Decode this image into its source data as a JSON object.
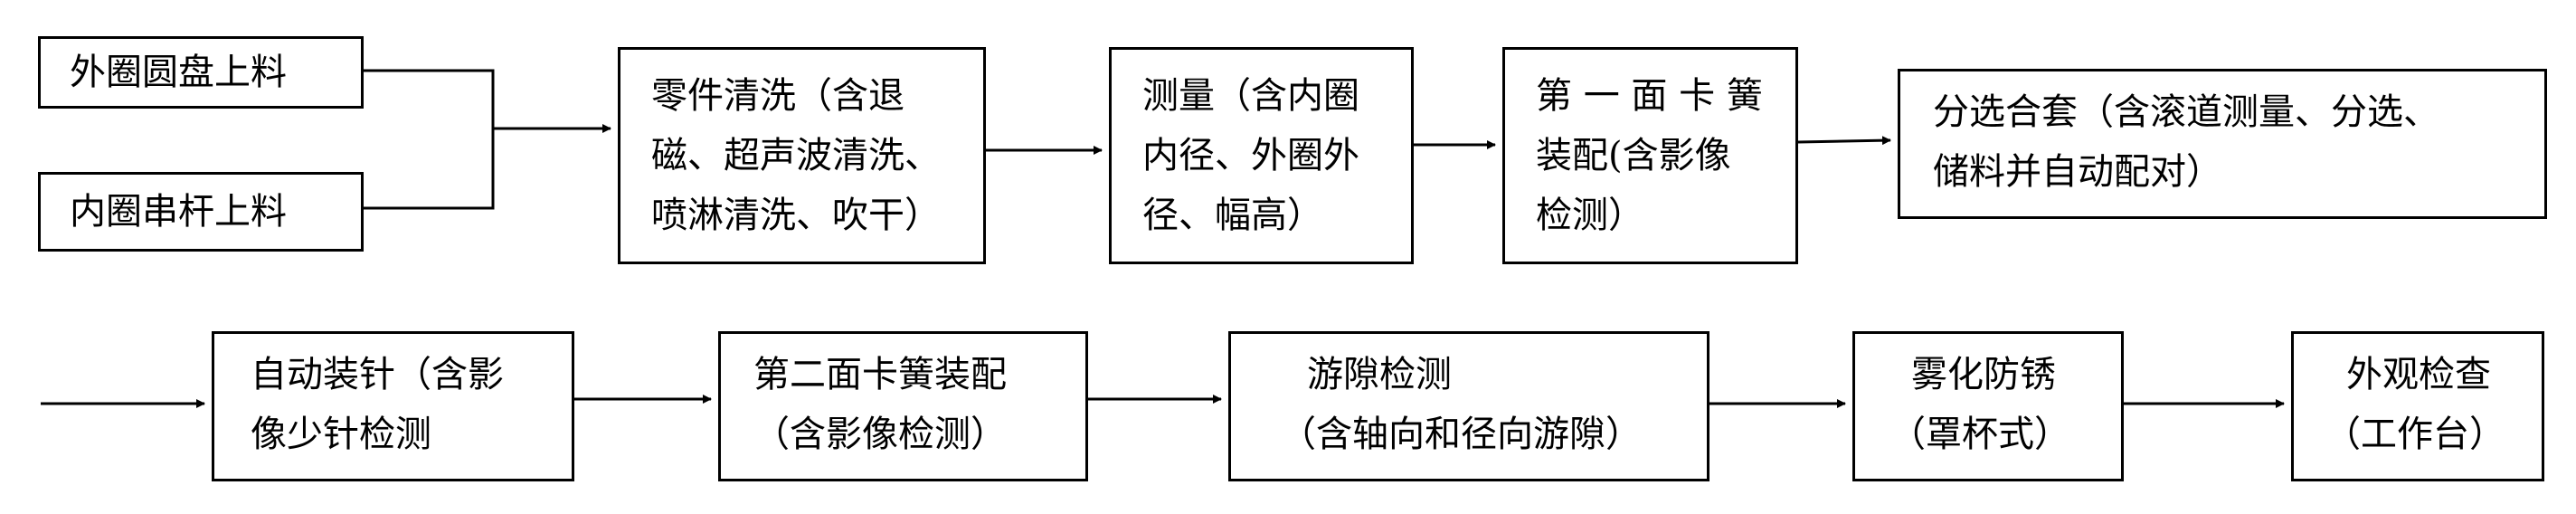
{
  "diagram": {
    "colors": {
      "stroke": "#000000",
      "background": "#ffffff"
    },
    "row1": {
      "input_outer": [
        "外圈圆盘上料"
      ],
      "input_inner": [
        "内圈串杆上料"
      ],
      "cleaning": [
        "零件清洗（含退",
        "磁、超声波清洗、",
        "喷淋清洗、吹干）"
      ],
      "measure": [
        "测量（含内圈",
        "内径、外圈外",
        "径、幅高）"
      ],
      "clip1": [
        "第 一 面 卡 簧",
        "装配(含影像",
        "检测）"
      ],
      "sort": [
        "分选合套（含滚道测量、分选、",
        "储料并自动配对）"
      ]
    },
    "row2": {
      "needle": [
        "自动装针（含影",
        "像少针检测"
      ],
      "clip2": [
        "第二面卡簧装配",
        "（含影像检测）"
      ],
      "clearance": [
        "游隙检测",
        "（含轴向和径向游隙）"
      ],
      "rust": [
        "雾化防锈",
        "（罩杯式）"
      ],
      "inspect": [
        "外观检查",
        "（工作台）"
      ]
    }
  }
}
